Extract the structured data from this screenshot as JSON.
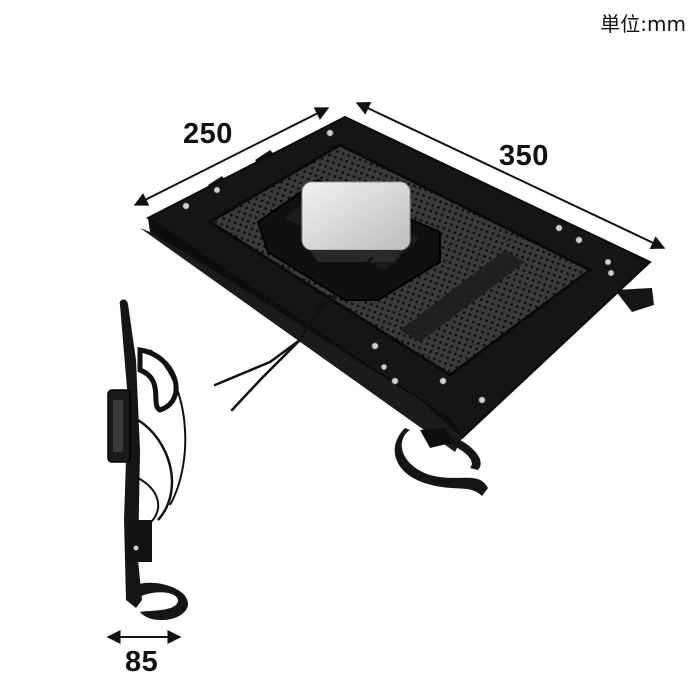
{
  "unit": {
    "label": "単位:mm"
  },
  "dimensions": {
    "width": "250",
    "depth": "350",
    "height": "85"
  },
  "colors": {
    "fabric": "#151515",
    "mesh": "#2a2a2a",
    "fan_top": "#d9d9d9",
    "rivet": "#c9c9c9",
    "arrow": "#111111"
  }
}
